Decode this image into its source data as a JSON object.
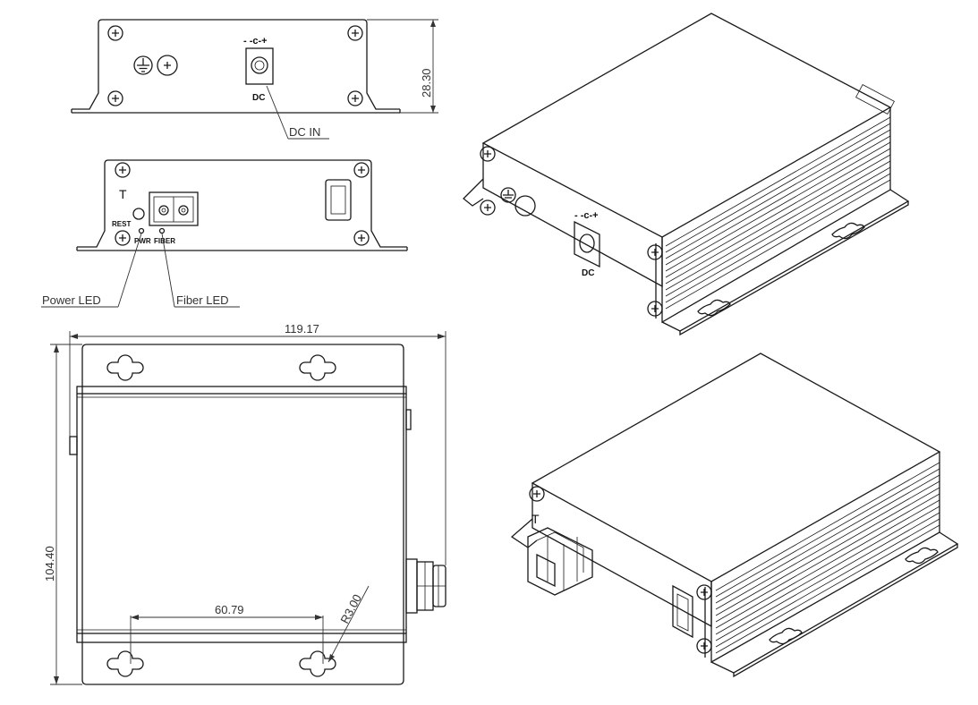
{
  "front_view": {
    "polarity": "- -c-+",
    "dc_label": "DC",
    "dim_height": "28.30",
    "callout_dc_in": "DC IN"
  },
  "rear_view": {
    "t_mark": "T",
    "rest_label": "REST",
    "pwr_label": "PWR",
    "fiber_label": "FIBER",
    "callout_power_led": "Power LED",
    "callout_fiber_led": "Fiber LED"
  },
  "top_view": {
    "dim_width": "119.17",
    "dim_depth": "104.40",
    "dim_hole_spacing": "60.79",
    "dim_radius": "R3.00"
  },
  "iso_front": {
    "polarity": "- -c-+",
    "dc_label": "DC"
  },
  "iso_rear": {
    "t_mark": "T"
  }
}
